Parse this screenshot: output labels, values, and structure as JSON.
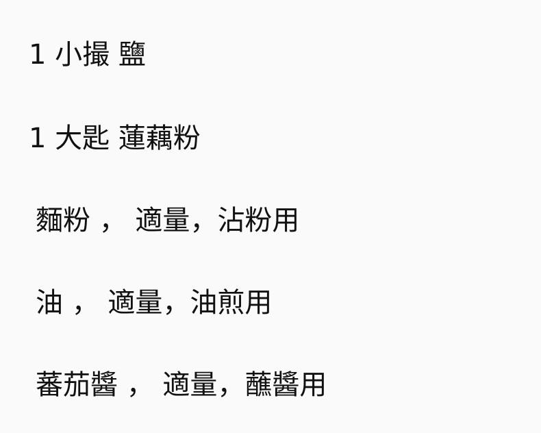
{
  "ingredients": [
    {
      "text": "1 小撮 鹽"
    },
    {
      "text": "1 大匙 蓮藕粉"
    },
    {
      "text": "麵粉 ， 適量，沾粉用"
    },
    {
      "text": "油 ， 適量，油煎用"
    },
    {
      "text": "蕃茄醬 ， 適量，蘸醬用"
    }
  ],
  "colors": {
    "background": "#fafafa",
    "text": "#111111"
  }
}
